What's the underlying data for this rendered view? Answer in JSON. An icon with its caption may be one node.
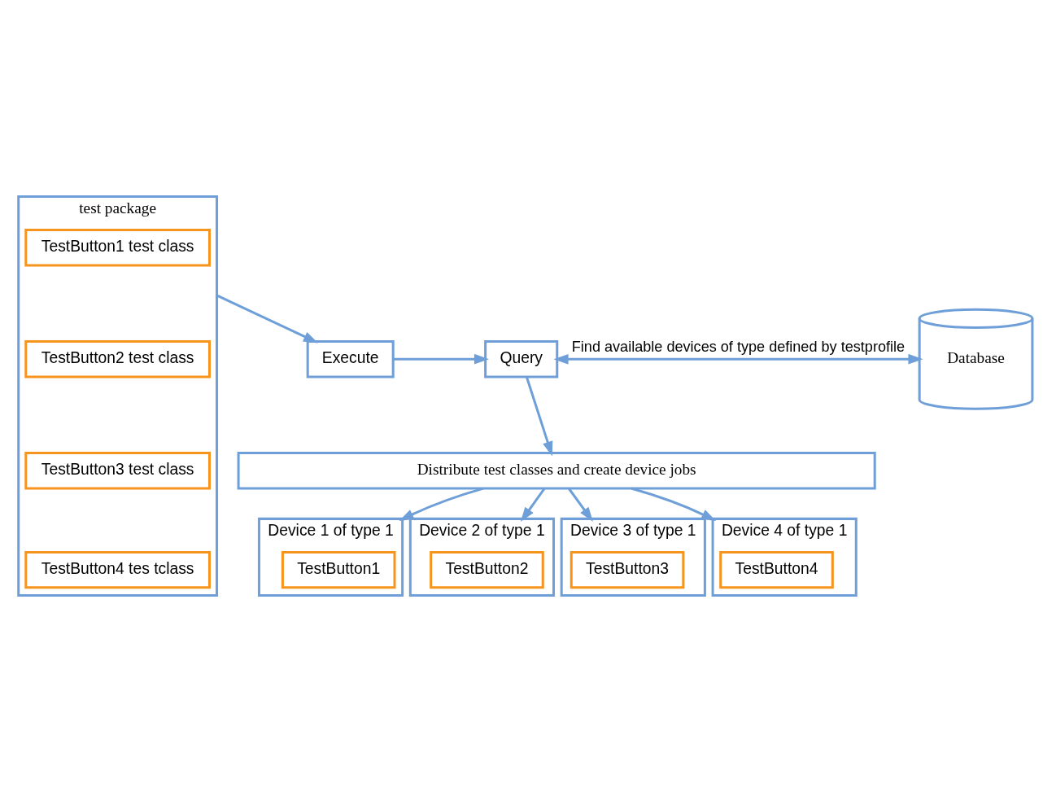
{
  "diagram": {
    "nodes": [
      {
        "text": [
          "test package"
        ]
      },
      {
        "text": [
          "TestButton1 test class"
        ],
        "in": 0
      },
      {
        "text": [
          "TestButton2 test class"
        ],
        "in": 0
      },
      {
        "text": [
          "TestButton3 test class"
        ],
        "in": 0
      },
      {
        "text": [
          "TestButton4 tes tclass"
        ],
        "in": 0
      },
      {
        "text": [
          "Execute"
        ]
      },
      {
        "text": [
          "Query"
        ]
      },
      {
        "text": [
          "Database"
        ]
      },
      {
        "text": [
          "Distribute test classes and create device jobs"
        ]
      },
      {
        "text": [
          "Device 1 of type 1"
        ]
      },
      {
        "text": [
          "TestButton1"
        ],
        "in": 9
      },
      {
        "text": [
          "Device 2 of type 1"
        ]
      },
      {
        "text": [
          "TestButton2"
        ],
        "in": 11
      },
      {
        "text": [
          "Device 3 of type 1"
        ]
      },
      {
        "text": [
          "TestButton3"
        ],
        "in": 13
      },
      {
        "text": [
          "Device 4 of type 1"
        ]
      },
      {
        "text": [
          "TestButton4"
        ],
        "in": 15
      }
    ],
    "edges": [
      {
        "from": 0,
        "to": 5,
        "arrow": "to"
      },
      {
        "from": 5,
        "to": 6,
        "arrow": "to"
      },
      {
        "from": 6,
        "to": 7,
        "arrow": "both",
        "label": "Find available devices of type defined by testprofile"
      },
      {
        "from": 6,
        "to": 8,
        "arrow": "to"
      },
      {
        "from": 8,
        "to": 9,
        "arrow": "to"
      },
      {
        "from": 8,
        "to": 11,
        "arrow": "to"
      },
      {
        "from": 8,
        "to": 13,
        "arrow": "to"
      },
      {
        "from": 8,
        "to": 15,
        "arrow": "to"
      }
    ]
  }
}
